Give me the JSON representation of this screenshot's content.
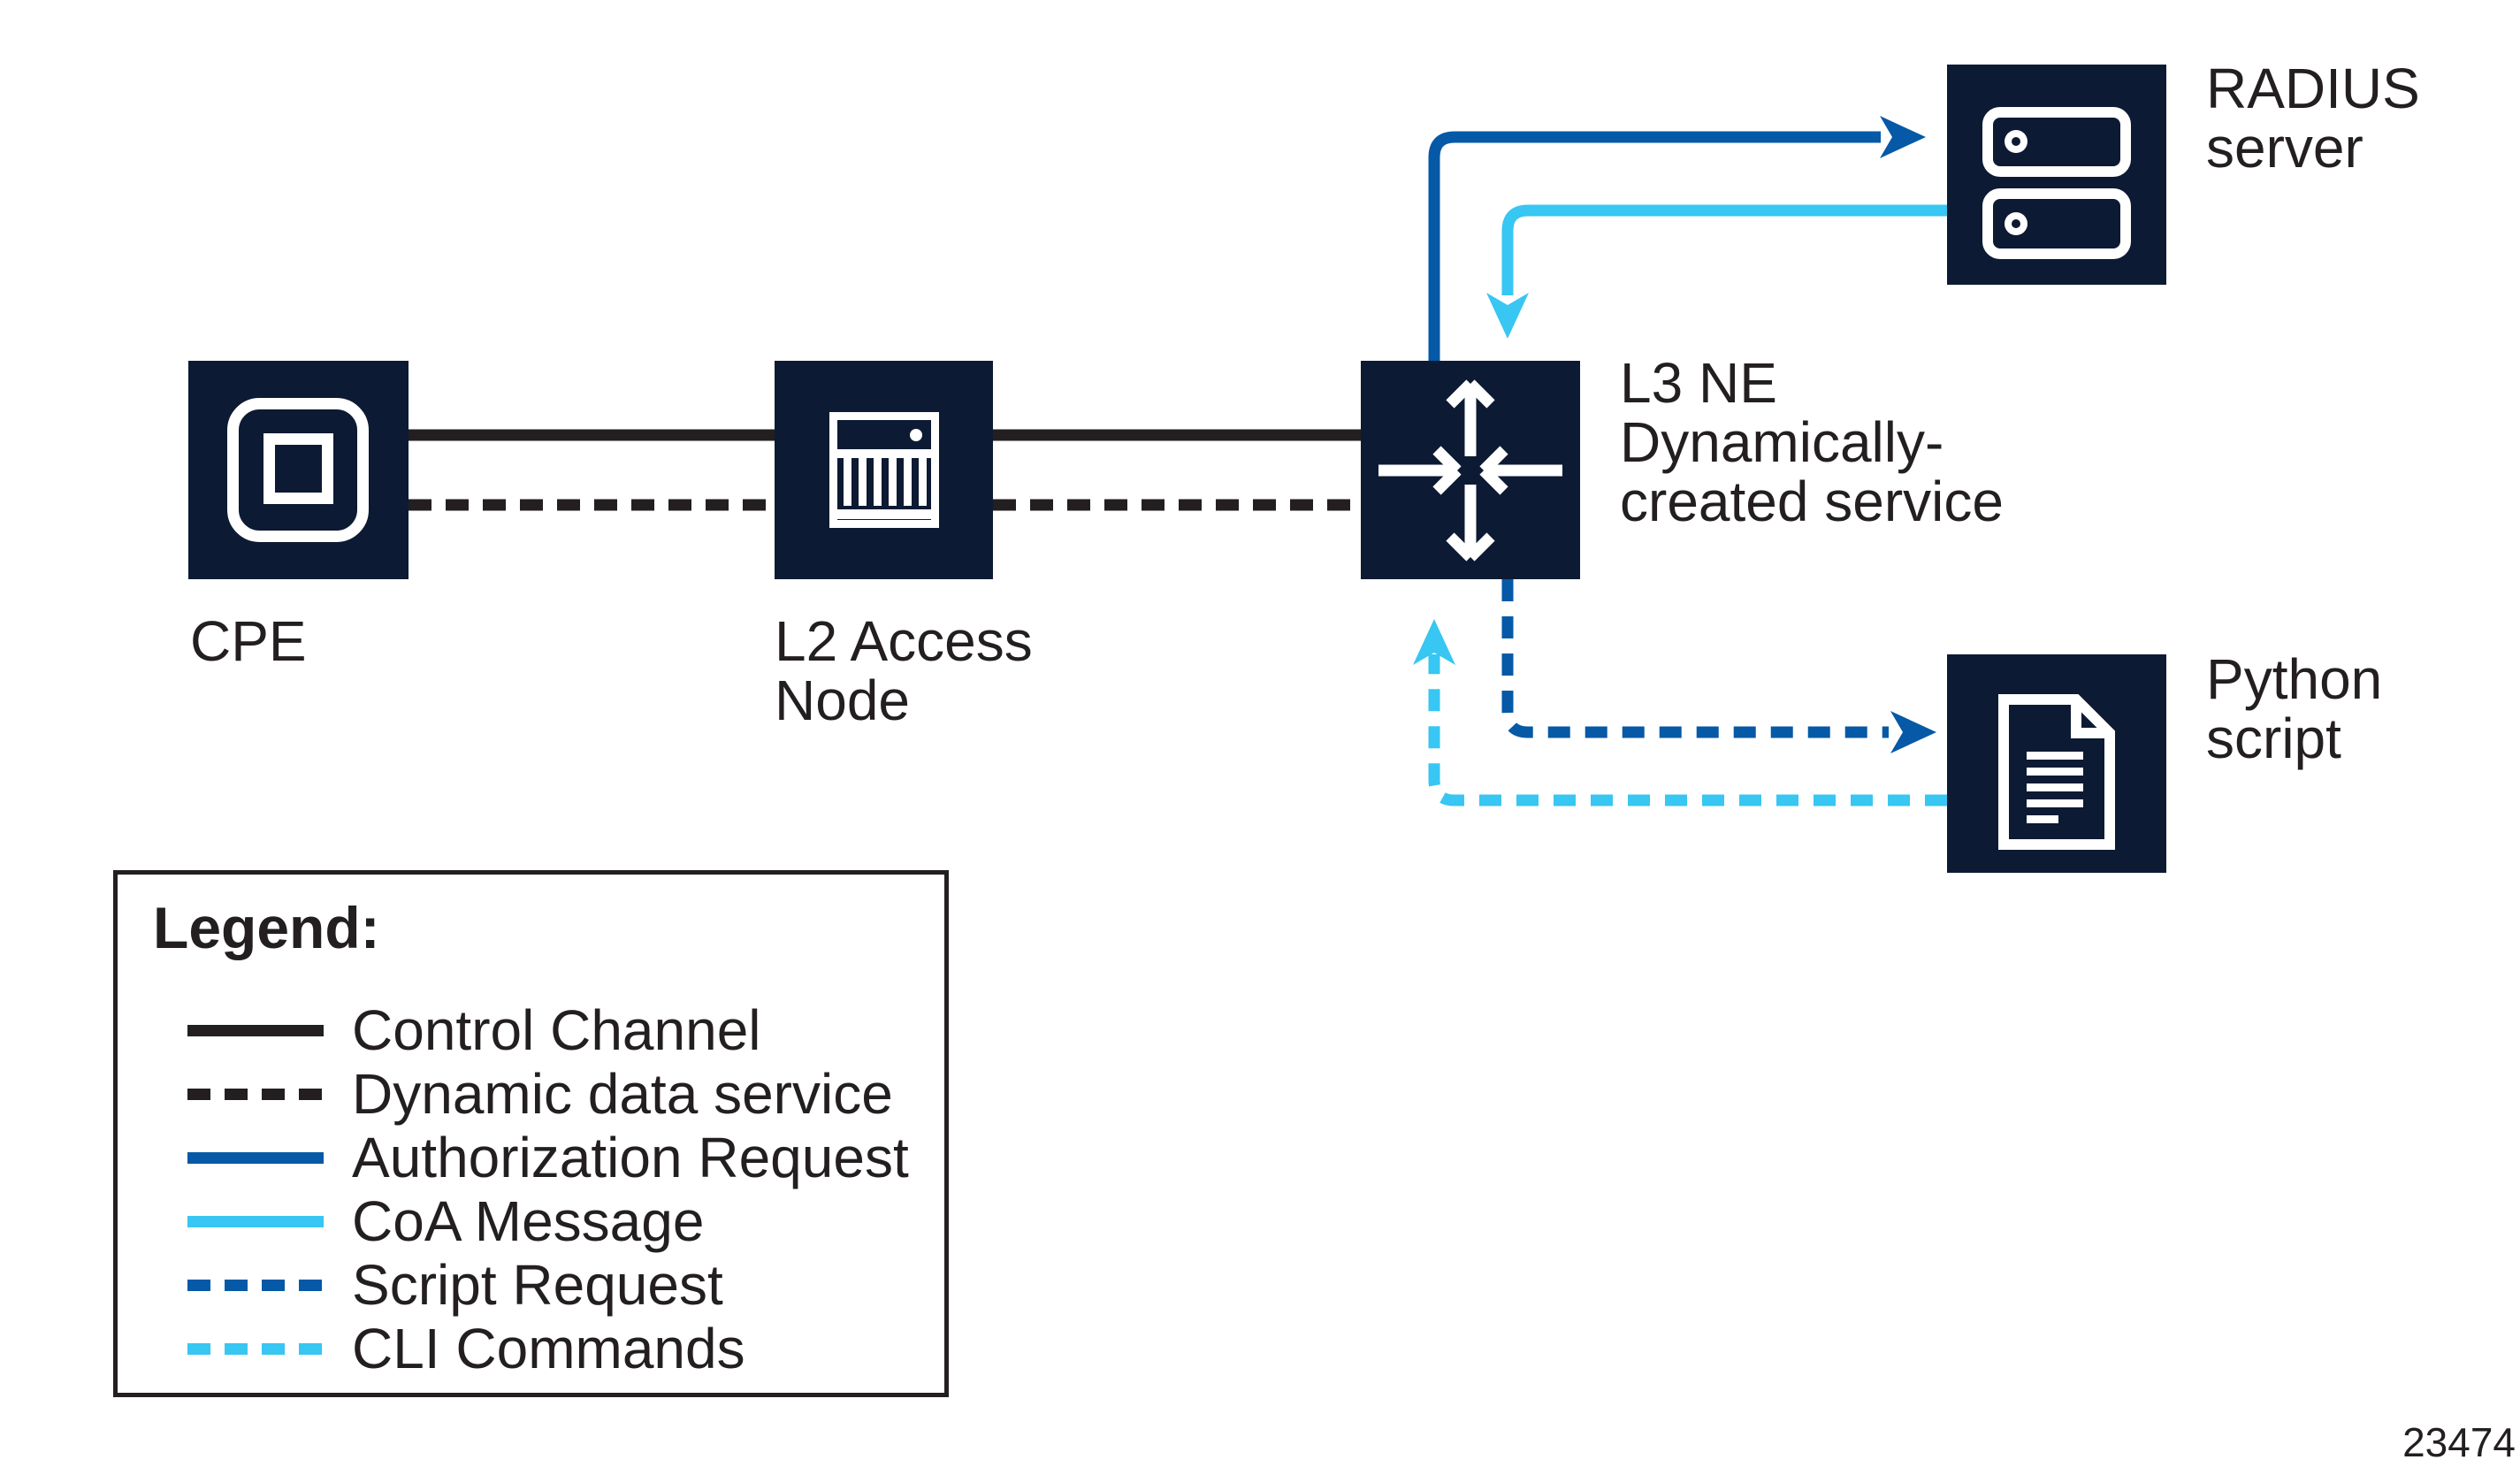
{
  "colors": {
    "background": "#FFFFFF",
    "navy": "#0D1A33",
    "ink": "#231F20",
    "dark_blue": "#0559A6",
    "light_blue": "#38C6F2",
    "icon_white": "#FFFFFF"
  },
  "nodes": {
    "cpe": {
      "label": "CPE",
      "icon": "cpe-device-icon"
    },
    "l2": {
      "lines": [
        "L2 Access",
        "Node"
      ],
      "icon": "access-node-icon"
    },
    "l3": {
      "lines": [
        "L3 NE",
        "Dynamically-",
        "created service"
      ],
      "icon": "router-icon"
    },
    "radius": {
      "lines": [
        "RADIUS",
        "server"
      ],
      "icon": "server-icon"
    },
    "python": {
      "lines": [
        "Python",
        "script"
      ],
      "icon": "python-script-icon"
    }
  },
  "legend": {
    "title": "Legend:",
    "items": [
      {
        "label": "Control Channel",
        "line_style": "solid",
        "color": "#231F20"
      },
      {
        "label": "Dynamic data service",
        "line_style": "dashed",
        "color": "#231F20"
      },
      {
        "label": "Authorization Request",
        "line_style": "solid",
        "color": "#0559A6"
      },
      {
        "label": "CoA Message",
        "line_style": "solid",
        "color": "#38C6F2"
      },
      {
        "label": "Script Request",
        "line_style": "dashed",
        "color": "#0559A6"
      },
      {
        "label": "CLI Commands",
        "line_style": "dashed",
        "color": "#38C6F2"
      }
    ]
  },
  "connections": [
    {
      "from": "CPE",
      "to": "L2 Access Node",
      "type": "Control Channel"
    },
    {
      "from": "CPE",
      "to": "L2 Access Node",
      "type": "Dynamic data service"
    },
    {
      "from": "L2 Access Node",
      "to": "L3 NE",
      "type": "Control Channel"
    },
    {
      "from": "L2 Access Node",
      "to": "L3 NE",
      "type": "Dynamic data service"
    },
    {
      "from": "L3 NE",
      "to": "RADIUS server",
      "type": "Authorization Request"
    },
    {
      "from": "RADIUS server",
      "to": "L3 NE",
      "type": "CoA Message"
    },
    {
      "from": "L3 NE",
      "to": "Python script",
      "type": "Script Request"
    },
    {
      "from": "Python script",
      "to": "L3 NE",
      "type": "CLI Commands"
    }
  ],
  "figure_number": "23474"
}
